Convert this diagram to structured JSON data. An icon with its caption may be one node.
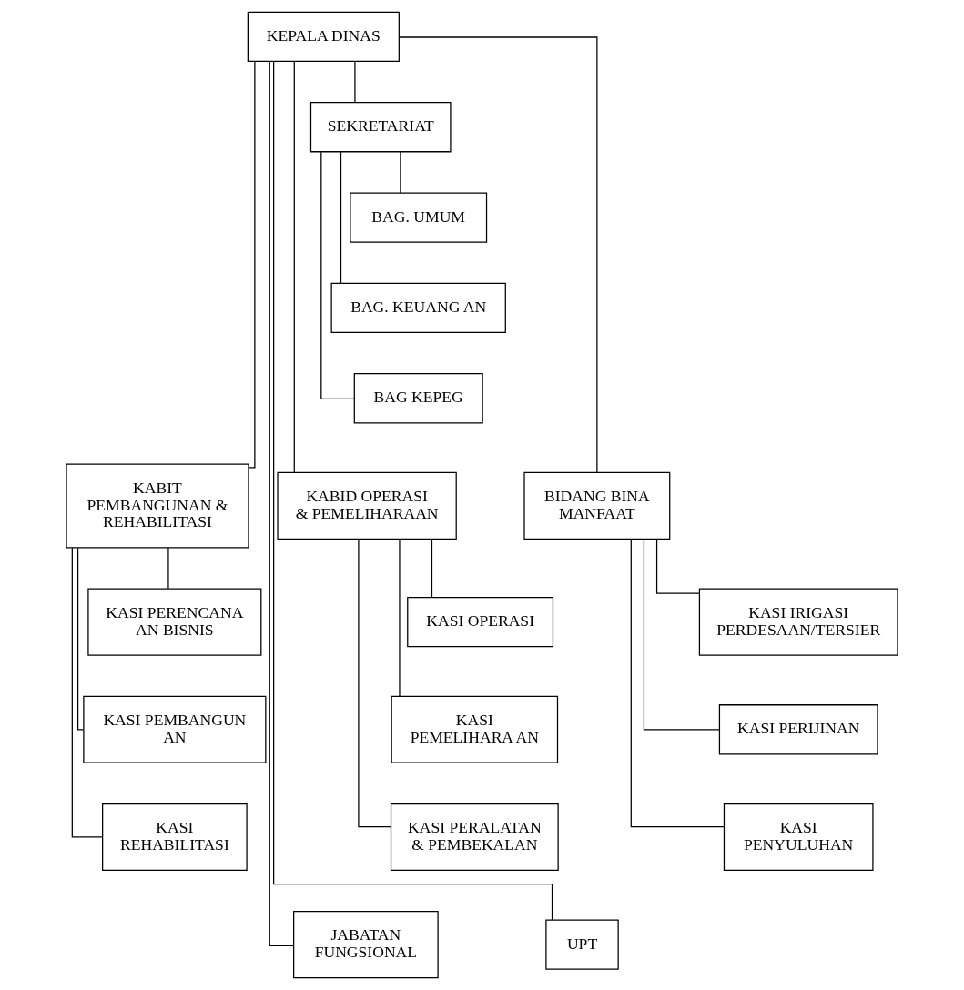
{
  "diagram": {
    "nodes": [
      {
        "text": [
          "KEPALA DINAS"
        ]
      },
      {
        "text": [
          "JABATAN FUNGSIONAL"
        ]
      },
      {
        "text": [
          "SEKRETARIAT"
        ]
      },
      {
        "text": [
          "BAG. UMUM"
        ]
      },
      {
        "text": [
          "BAG. KEUANG AN"
        ]
      },
      {
        "text": [
          "BAG KEPEG"
        ]
      },
      {
        "text": [
          "KABIT PEMBANGUNAN & REHABILITASI"
        ]
      },
      {
        "text": [
          "KABID OPERASI & PEMELIHARAAN"
        ]
      },
      {
        "text": [
          "BIDANG BINA MANFAAT"
        ]
      },
      {
        "text": [
          "KASI PERENCANA AN BISNIS"
        ]
      },
      {
        "text": [
          "KASI PEMBANGUN AN"
        ]
      },
      {
        "text": [
          "KASI REHABILITASI"
        ]
      },
      {
        "text": [
          "KASI OPERASI"
        ]
      },
      {
        "text": [
          "KASI PEMELIHARA AN"
        ]
      },
      {
        "text": [
          "KASI PERALATAN & PEMBEKALAN"
        ]
      },
      {
        "text": [
          "KASI IRIGASI PERDESAAN/TERSIER"
        ]
      },
      {
        "text": [
          "KASI PERIJINAN"
        ]
      },
      {
        "text": [
          "KASI PENYULUHAN"
        ]
      },
      {
        "text": [
          "UPT"
        ]
      }
    ],
    "edges": [
      {
        "from": 0,
        "to": 1,
        "arrow": "none"
      },
      {
        "from": 0,
        "to": 2,
        "arrow": "none"
      },
      {
        "from": 2,
        "to": 3,
        "arrow": "none"
      },
      {
        "from": 2,
        "to": 4,
        "arrow": "none"
      },
      {
        "from": 2,
        "to": 5,
        "arrow": "none"
      },
      {
        "from": 0,
        "to": 6,
        "arrow": "none"
      },
      {
        "from": 0,
        "to": 7,
        "arrow": "none"
      },
      {
        "from": 0,
        "to": 8,
        "arrow": "none"
      },
      {
        "from": 6,
        "to": 9,
        "arrow": "none"
      },
      {
        "from": 6,
        "to": 10,
        "arrow": "none"
      },
      {
        "from": 6,
        "to": 11,
        "arrow": "none"
      },
      {
        "from": 7,
        "to": 12,
        "arrow": "none"
      },
      {
        "from": 7,
        "to": 13,
        "arrow": "none"
      },
      {
        "from": 7,
        "to": 14,
        "arrow": "none"
      },
      {
        "from": 8,
        "to": 15,
        "arrow": "none"
      },
      {
        "from": 8,
        "to": 16,
        "arrow": "none"
      },
      {
        "from": 8,
        "to": 17,
        "arrow": "none"
      },
      {
        "from": 0,
        "to": 18,
        "arrow": "none"
      }
    ]
  }
}
